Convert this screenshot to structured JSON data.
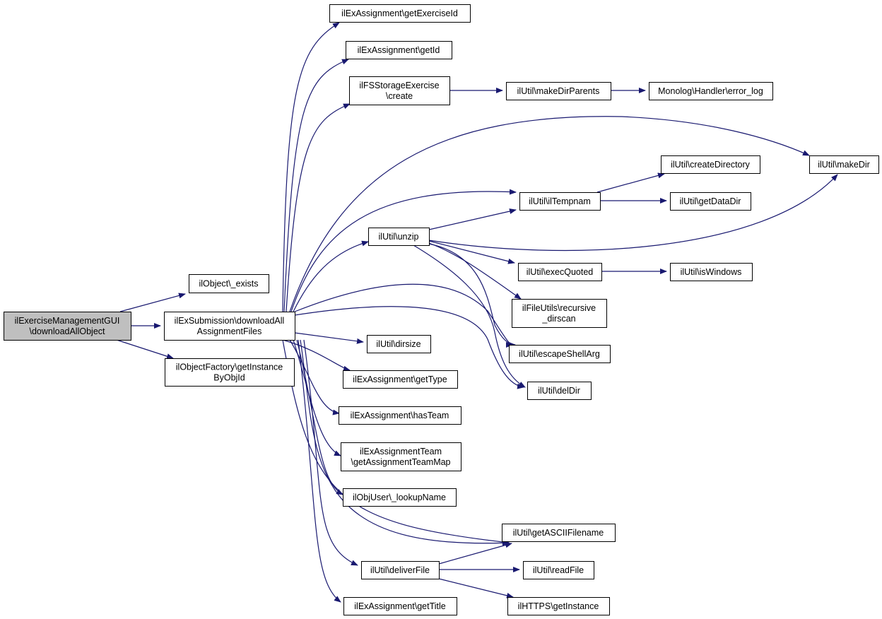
{
  "colors": {
    "edge": "#191970",
    "node_fill": "#ffffff",
    "root_fill": "#bfbfbf",
    "border": "#000000"
  },
  "nodes": [
    {
      "id": "root",
      "lines": [
        "ilExerciseManagementGUI",
        "\\downloadAllObject"
      ],
      "highlight": true
    },
    {
      "id": "obj_exists",
      "lines": [
        "ilObject\\_exists"
      ]
    },
    {
      "id": "dl_files",
      "lines": [
        "ilExSubmission\\downloadAll",
        "AssignmentFiles"
      ]
    },
    {
      "id": "obj_factory",
      "lines": [
        "ilObjectFactory\\getInstance",
        "ByObjId"
      ]
    },
    {
      "id": "get_ex_id",
      "lines": [
        "ilExAssignment\\getExerciseId"
      ]
    },
    {
      "id": "get_id",
      "lines": [
        "ilExAssignment\\getId"
      ]
    },
    {
      "id": "fs_create",
      "lines": [
        "ilFSStorageExercise",
        "\\create"
      ]
    },
    {
      "id": "make_dir_parents",
      "lines": [
        "ilUtil\\makeDirParents"
      ]
    },
    {
      "id": "error_log",
      "lines": [
        "Monolog\\Handler\\error_log"
      ]
    },
    {
      "id": "create_dir",
      "lines": [
        "ilUtil\\createDirectory"
      ]
    },
    {
      "id": "make_dir",
      "lines": [
        "ilUtil\\makeDir"
      ]
    },
    {
      "id": "tempnam",
      "lines": [
        "ilUtil\\ilTempnam"
      ]
    },
    {
      "id": "data_dir",
      "lines": [
        "ilUtil\\getDataDir"
      ]
    },
    {
      "id": "unzip",
      "lines": [
        "ilUtil\\unzip"
      ]
    },
    {
      "id": "exec_quoted",
      "lines": [
        "ilUtil\\execQuoted"
      ]
    },
    {
      "id": "is_windows",
      "lines": [
        "ilUtil\\isWindows"
      ]
    },
    {
      "id": "recursive_dirscan",
      "lines": [
        "ilFileUtils\\recursive",
        "_dirscan"
      ]
    },
    {
      "id": "escape_shell",
      "lines": [
        "ilUtil\\escapeShellArg"
      ]
    },
    {
      "id": "dirsize",
      "lines": [
        "ilUtil\\dirsize"
      ]
    },
    {
      "id": "del_dir",
      "lines": [
        "ilUtil\\delDir"
      ]
    },
    {
      "id": "get_type",
      "lines": [
        "ilExAssignment\\getType"
      ]
    },
    {
      "id": "has_team",
      "lines": [
        "ilExAssignment\\hasTeam"
      ]
    },
    {
      "id": "team_map",
      "lines": [
        "ilExAssignmentTeam",
        "\\getAssignmentTeamMap"
      ]
    },
    {
      "id": "lookup_name",
      "lines": [
        "ilObjUser\\_lookupName"
      ]
    },
    {
      "id": "ascii_filename",
      "lines": [
        "ilUtil\\getASCIIFilename"
      ]
    },
    {
      "id": "deliver_file",
      "lines": [
        "ilUtil\\deliverFile"
      ]
    },
    {
      "id": "read_file",
      "lines": [
        "ilUtil\\readFile"
      ]
    },
    {
      "id": "get_title",
      "lines": [
        "ilExAssignment\\getTitle"
      ]
    },
    {
      "id": "https_instance",
      "lines": [
        "ilHTTPS\\getInstance"
      ]
    }
  ]
}
